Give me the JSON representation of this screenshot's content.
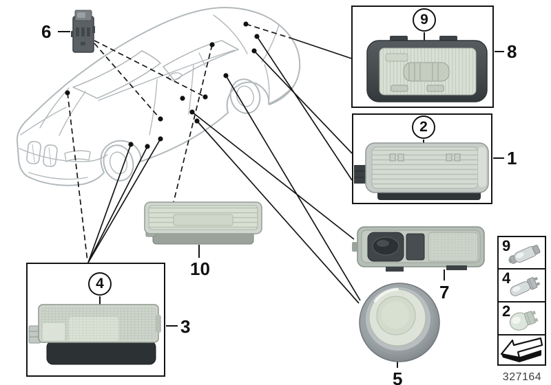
{
  "diagram": {
    "part_number": "327164",
    "callouts": {
      "switch_module": "6",
      "trunk_lamp": "8",
      "trunk_lamp_bulb": "9",
      "interior_lamp": "1",
      "interior_lamp_bulb": "2",
      "footwell_lamp": "3",
      "footwell_lamp_bulb": "4",
      "round_lamp": "5",
      "reading_lamp": "7",
      "glovebox_lamp": "10"
    },
    "legend": {
      "items": [
        {
          "label": "9",
          "icon": "festoon-bulb-icon"
        },
        {
          "label": "4",
          "icon": "socket-bulb-icon"
        },
        {
          "label": "2",
          "icon": "wedge-bulb-icon"
        },
        {
          "label": "",
          "icon": "direction-arrow-icon"
        }
      ]
    },
    "colors": {
      "line": "#141414",
      "car_outline": "#b2b9bc",
      "lens_light": "#d8dfd3",
      "housing_dark": "#454a4d",
      "metal_gray": "#c6ccc8"
    }
  }
}
